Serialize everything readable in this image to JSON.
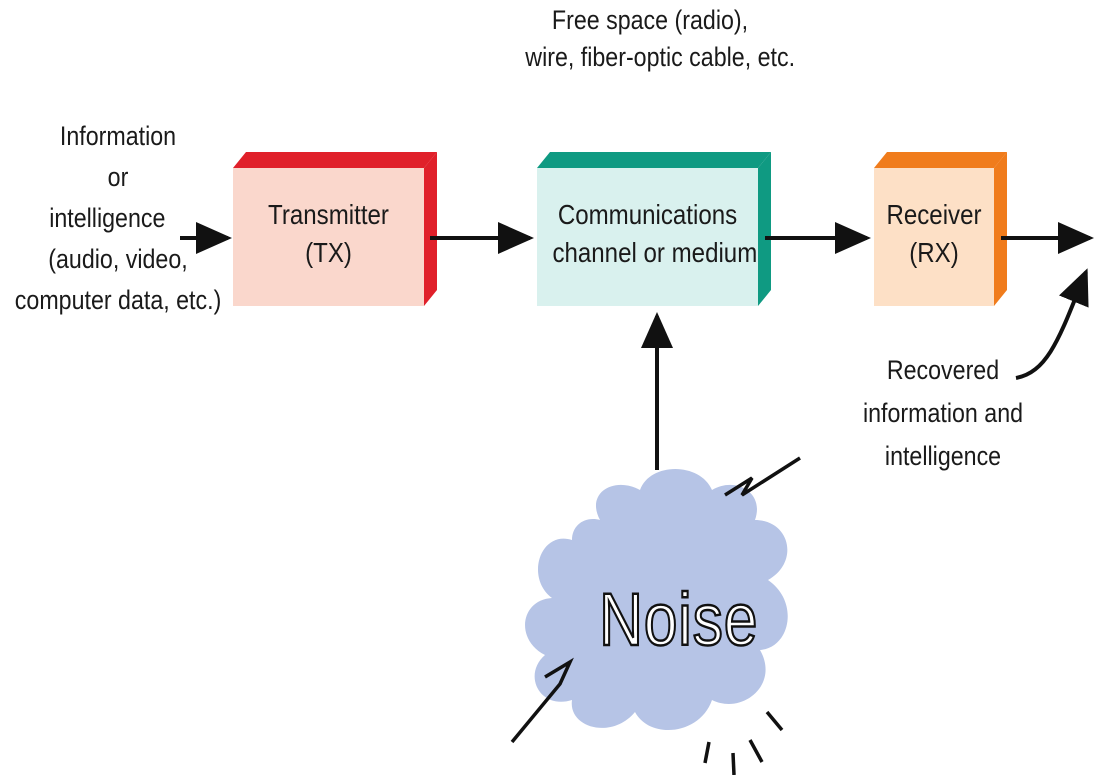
{
  "medium_note": {
    "line1": "Free space (radio),",
    "line2": "wire, fiber-optic cable, etc."
  },
  "input_note": {
    "line1": "Information",
    "line2": "or",
    "line3": "intelligence",
    "line4": "(audio, video,",
    "line5": "computer data, etc.)"
  },
  "transmitter": {
    "line1": "Transmitter",
    "line2": "(TX)",
    "face_color": "#fad7cc",
    "edge_color": "#e0202a"
  },
  "channel": {
    "line1": "Communications",
    "line2": "channel or medium",
    "face_color": "#d9f1ee",
    "edge_color": "#0f9a82"
  },
  "receiver": {
    "line1": "Receiver",
    "line2": "(RX)",
    "face_color": "#fde0c6",
    "edge_color": "#f07c1c"
  },
  "output_note": {
    "line1": "Recovered",
    "line2": "information and",
    "line3": "intelligence"
  },
  "noise": {
    "label": "Noise",
    "cloud_color": "#b6c4e6",
    "icon": "noise-cloud-icon"
  }
}
